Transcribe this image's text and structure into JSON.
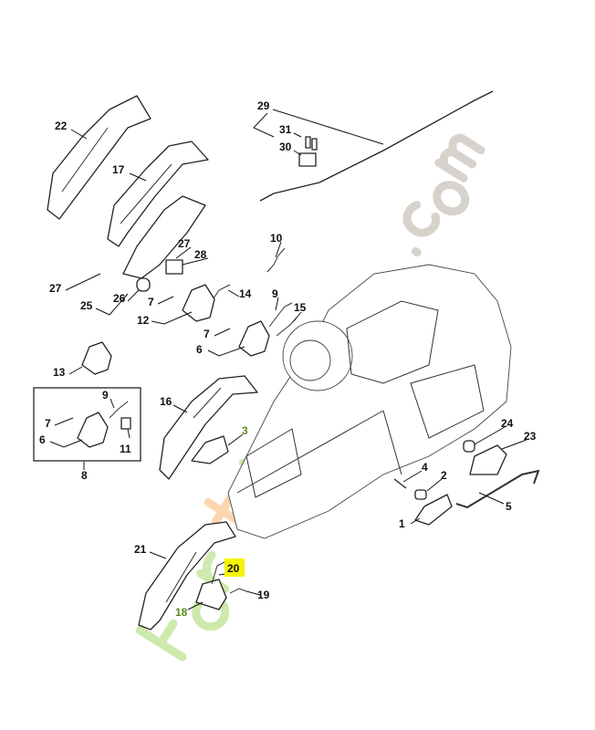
{
  "diagram": {
    "title": "Exploded parts diagram - chainsaw handle assembly",
    "highlight_color": "#f5f500",
    "watermark": {
      "text": "Fortjardin.com",
      "colors": [
        "#a6d86a",
        "#f7b56b",
        "#b8b0a4"
      ]
    },
    "callouts": [
      {
        "id": "22",
        "label": "22"
      },
      {
        "id": "17",
        "label": "17"
      },
      {
        "id": "29",
        "label": "29"
      },
      {
        "id": "31",
        "label": "31"
      },
      {
        "id": "30",
        "label": "30"
      },
      {
        "id": "10",
        "label": "10"
      },
      {
        "id": "27a",
        "label": "27"
      },
      {
        "id": "28",
        "label": "28"
      },
      {
        "id": "27b",
        "label": "27"
      },
      {
        "id": "26",
        "label": "26"
      },
      {
        "id": "25",
        "label": "25"
      },
      {
        "id": "14",
        "label": "14"
      },
      {
        "id": "9a",
        "label": "9"
      },
      {
        "id": "15",
        "label": "15"
      },
      {
        "id": "7a",
        "label": "7"
      },
      {
        "id": "12",
        "label": "12"
      },
      {
        "id": "7b",
        "label": "7"
      },
      {
        "id": "6a",
        "label": "6"
      },
      {
        "id": "13",
        "label": "13"
      },
      {
        "id": "9b",
        "label": "9"
      },
      {
        "id": "16",
        "label": "16"
      },
      {
        "id": "7c",
        "label": "7"
      },
      {
        "id": "6b",
        "label": "6"
      },
      {
        "id": "11",
        "label": "11"
      },
      {
        "id": "8",
        "label": "8"
      },
      {
        "id": "3",
        "label": "3"
      },
      {
        "id": "24",
        "label": "24"
      },
      {
        "id": "23",
        "label": "23"
      },
      {
        "id": "4",
        "label": "4"
      },
      {
        "id": "2",
        "label": "2"
      },
      {
        "id": "5",
        "label": "5"
      },
      {
        "id": "1",
        "label": "1"
      },
      {
        "id": "21",
        "label": "21"
      },
      {
        "id": "20",
        "label": "20",
        "highlighted": true
      },
      {
        "id": "19",
        "label": "19"
      },
      {
        "id": "18",
        "label": "18"
      }
    ]
  }
}
